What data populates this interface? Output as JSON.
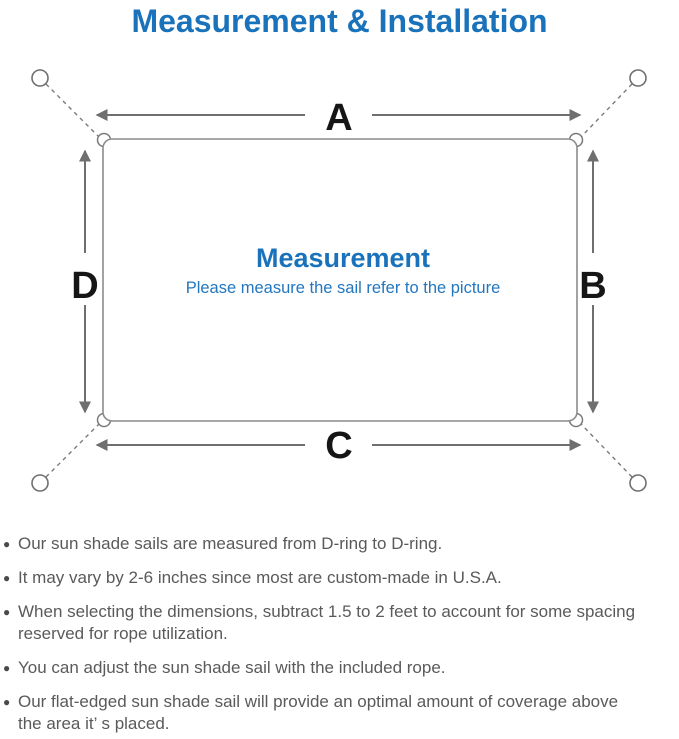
{
  "title": "Measurement & Installation",
  "diagram": {
    "edge_labels": {
      "top": "A",
      "right": "B",
      "bottom": "C",
      "left": "D"
    },
    "center": {
      "heading": "Measurement",
      "subheading": "Please measure the sail refer to the picture"
    }
  },
  "notes": {
    "bullet_glyph": "●",
    "items": [
      "Our sun shade sails are measured from D-ring to D-ring.",
      "It may vary by 2-6 inches since most are custom-made in U.S.A.",
      "When selecting the dimensions, subtract 1.5 to 2 feet to account for some spacing\nreserved for rope utilization.",
      "You can adjust the sun shade sail with the included rope.",
      "Our flat-edged sun shade sail will provide an optimal amount of coverage above\nthe area it’ s placed."
    ]
  },
  "colors": {
    "heading_blue": "#1a73ba",
    "subheading_blue": "#2277c0",
    "diagram_line_gray": "#7a7a7a",
    "arrow_gray": "#6f6f6f",
    "label_black": "#161616",
    "note_text_gray": "#5a5a5a"
  }
}
